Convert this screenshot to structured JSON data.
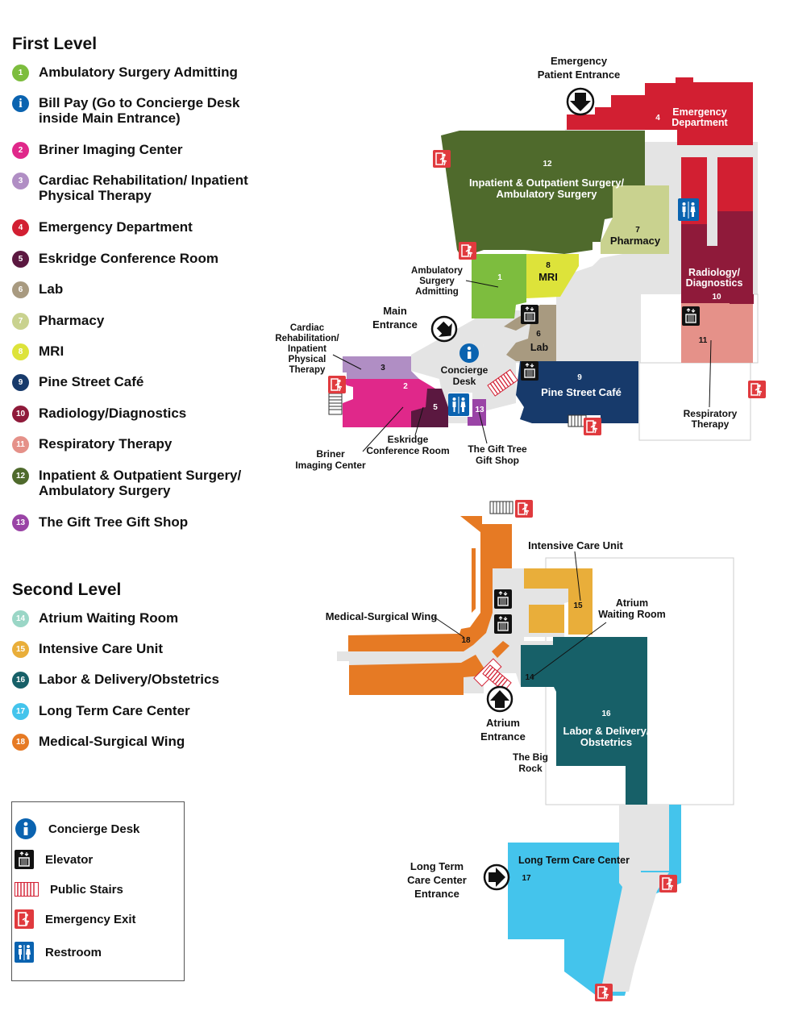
{
  "first_level": {
    "heading": "First Level",
    "items": [
      {
        "num": "1",
        "label": "Ambulatory Surgery Admitting",
        "color": "#7dbd3e"
      },
      {
        "num": "i",
        "label": "Bill Pay (Go to Concierge Desk inside Main Entrance)",
        "color": "#0a63b0"
      },
      {
        "num": "2",
        "label": "Briner Imaging Center",
        "color": "#e0288a"
      },
      {
        "num": "3",
        "label": "Cardiac Rehabilitation/ Inpatient Physical Therapy",
        "color": "#b08ec4"
      },
      {
        "num": "4",
        "label": "Emergency Department",
        "color": "#d21f32"
      },
      {
        "num": "5",
        "label": "Eskridge Conference Room",
        "color": "#5b1840"
      },
      {
        "num": "6",
        "label": "Lab",
        "color": "#a89a80"
      },
      {
        "num": "7",
        "label": "Pharmacy",
        "color": "#c9d28f"
      },
      {
        "num": "8",
        "label": "MRI",
        "color": "#dde33a"
      },
      {
        "num": "9",
        "label": "Pine Street Café",
        "color": "#173a6b"
      },
      {
        "num": "10",
        "label": "Radiology/Diagnostics",
        "color": "#8f1a3a"
      },
      {
        "num": "11",
        "label": "Respiratory Therapy",
        "color": "#e59189"
      },
      {
        "num": "12",
        "label": "Inpatient & Outpatient Surgery/ Ambulatory Surgery",
        "color": "#4f6a2c"
      },
      {
        "num": "13",
        "label": "The Gift Tree Gift Shop",
        "color": "#9a44a6"
      }
    ]
  },
  "second_level": {
    "heading": "Second Level",
    "items": [
      {
        "num": "14",
        "label": "Atrium Waiting Room",
        "color": "#9ad6c6"
      },
      {
        "num": "15",
        "label": "Intensive Care Unit",
        "color": "#e9ae3a"
      },
      {
        "num": "16",
        "label": "Labor & Delivery/Obstetrics",
        "color": "#176068"
      },
      {
        "num": "17",
        "label": "Long Term Care Center",
        "color": "#44c4ec"
      },
      {
        "num": "18",
        "label": "Medical-Surgical Wing",
        "color": "#e67a24"
      }
    ]
  },
  "key": [
    {
      "icon": "info-icon",
      "label": "Concierge Desk"
    },
    {
      "icon": "elevator-icon",
      "label": "Elevator"
    },
    {
      "icon": "stairs-icon",
      "label": "Public Stairs"
    },
    {
      "icon": "emergency-exit-icon",
      "label": "Emergency Exit"
    },
    {
      "icon": "restroom-icon",
      "label": "Restroom"
    }
  ],
  "map_labels": {
    "emergency_entrance": [
      "Emergency",
      "Patient Entrance"
    ],
    "main_entrance": [
      "Main",
      "Entrance"
    ],
    "emergency_dept": [
      "Emergency",
      "Department"
    ],
    "surgery_12": [
      "Inpatient & Outpatient Surgery/",
      "Ambulatory Surgery"
    ],
    "pharmacy_7": "Pharmacy",
    "mri_8": "MRI",
    "lab_6": "Lab",
    "cafe_9": "Pine Street Café",
    "radiology_10": [
      "Radiology/",
      "Diagnostics"
    ],
    "amb_admit": [
      "Ambulatory",
      "Surgery",
      "Admitting"
    ],
    "cardiac": [
      "Cardiac",
      "Rehabilitation/",
      "Inpatient",
      "Physical",
      "Therapy"
    ],
    "concierge": [
      "Concierge",
      "Desk"
    ],
    "briner": [
      "Briner",
      "Imaging Center"
    ],
    "eskridge": [
      "Eskridge",
      "Conference Room"
    ],
    "gift": [
      "The Gift Tree",
      "Gift Shop"
    ],
    "respiratory": [
      "Respiratory",
      "Therapy"
    ],
    "icu": "Intensive Care Unit",
    "medsurg": "Medical-Surgical Wing",
    "atrium_waiting": [
      "Atrium",
      "Waiting Room"
    ],
    "atrium_entrance": [
      "Atrium",
      "Entrance"
    ],
    "big_rock": [
      "The Big",
      "Rock"
    ],
    "labor": [
      "Labor & Delivery/",
      "Obstetrics"
    ],
    "ltc": "Long Term Care Center",
    "ltc_entrance": [
      "Long Term",
      "Care Center",
      "Entrance"
    ]
  }
}
